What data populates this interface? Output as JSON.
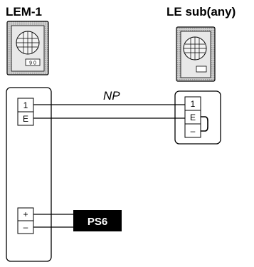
{
  "devices": {
    "master_label": "LEM-1",
    "sub_label": "LE sub(any)",
    "master_display_text": "9 0"
  },
  "master_terminals": {
    "t1": "1",
    "tE": "E",
    "plus": "+",
    "minus": "–"
  },
  "sub_terminals": {
    "t1": "1",
    "tE": "E",
    "minus": "–"
  },
  "wire_label": "NP",
  "power_supply": "PS6",
  "icons": [
    "intercom-master-unit-icon",
    "intercom-sub-station-icon"
  ]
}
